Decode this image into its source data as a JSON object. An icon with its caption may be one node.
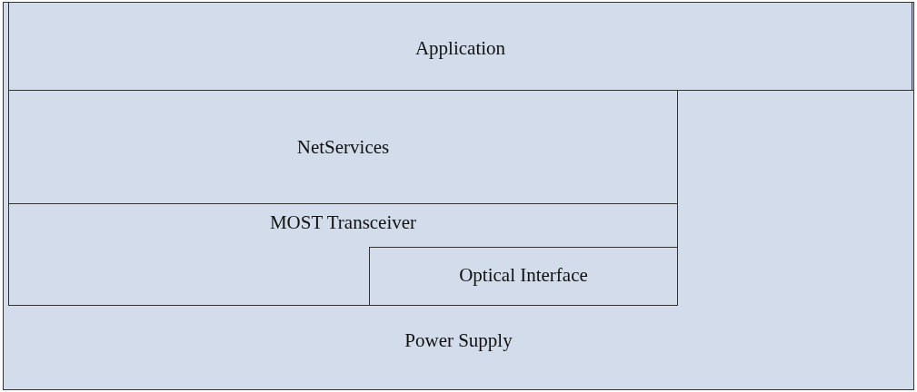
{
  "diagram": {
    "nodes": [
      {
        "text": [
          "Power Supply"
        ]
      },
      {
        "text": [
          "Application"
        ],
        "in": 0
      },
      {
        "text": [
          "NetServices"
        ],
        "in": 0
      },
      {
        "text": [
          "MOST Transceiver"
        ],
        "in": 0
      },
      {
        "text": [
          "Optical Interface"
        ],
        "in": 3
      }
    ]
  }
}
